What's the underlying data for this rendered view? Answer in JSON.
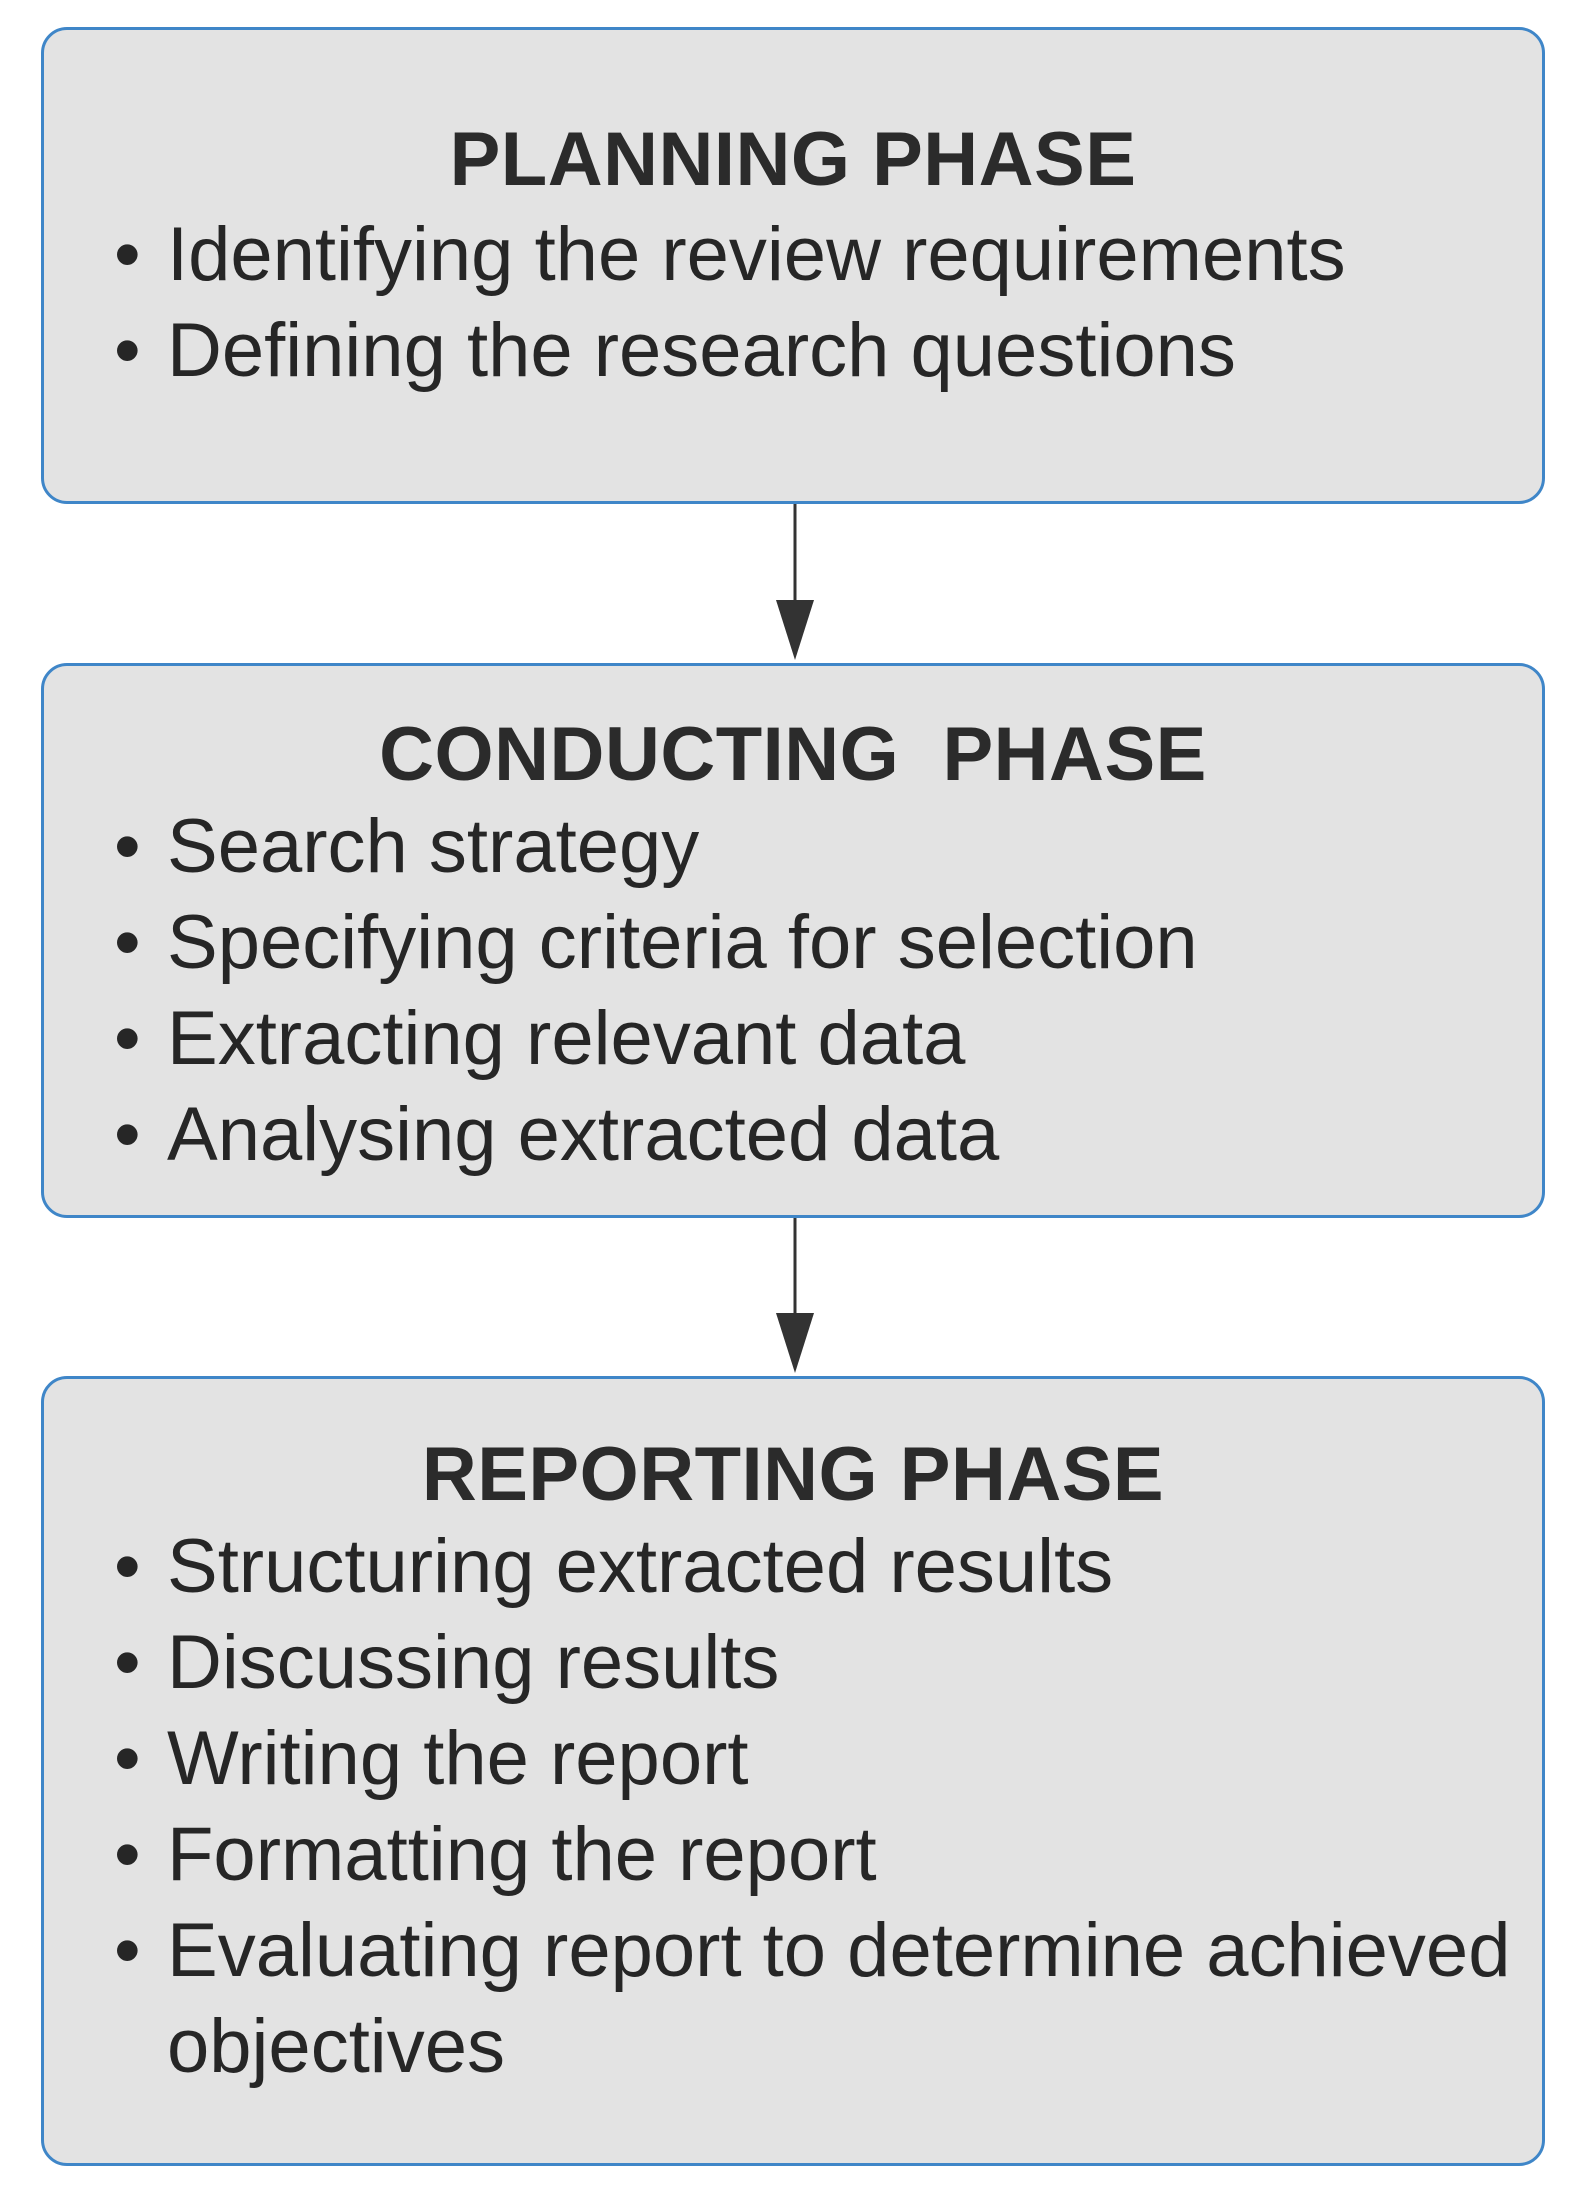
{
  "diagram": {
    "phases": [
      {
        "id": "planning",
        "title": "PLANNING PHASE",
        "items": [
          "Identifying the review requirements",
          "Defining the research questions"
        ]
      },
      {
        "id": "conducting",
        "title": "CONDUCTING  PHASE",
        "items": [
          "Search strategy",
          "Specifying criteria for selection",
          "Extracting relevant data",
          "Analysing extracted data"
        ]
      },
      {
        "id": "reporting",
        "title": "REPORTING PHASE",
        "items": [
          "Structuring extracted results",
          "Discussing results",
          "Writing the report",
          "Formatting the report",
          "Evaluating report to determine achieved objectives"
        ]
      }
    ],
    "bullet_glyph": "•",
    "colors": {
      "box_fill": "#e3e3e3",
      "box_border": "#3f86c8",
      "text": "#262626",
      "arrow": "#333333"
    }
  }
}
